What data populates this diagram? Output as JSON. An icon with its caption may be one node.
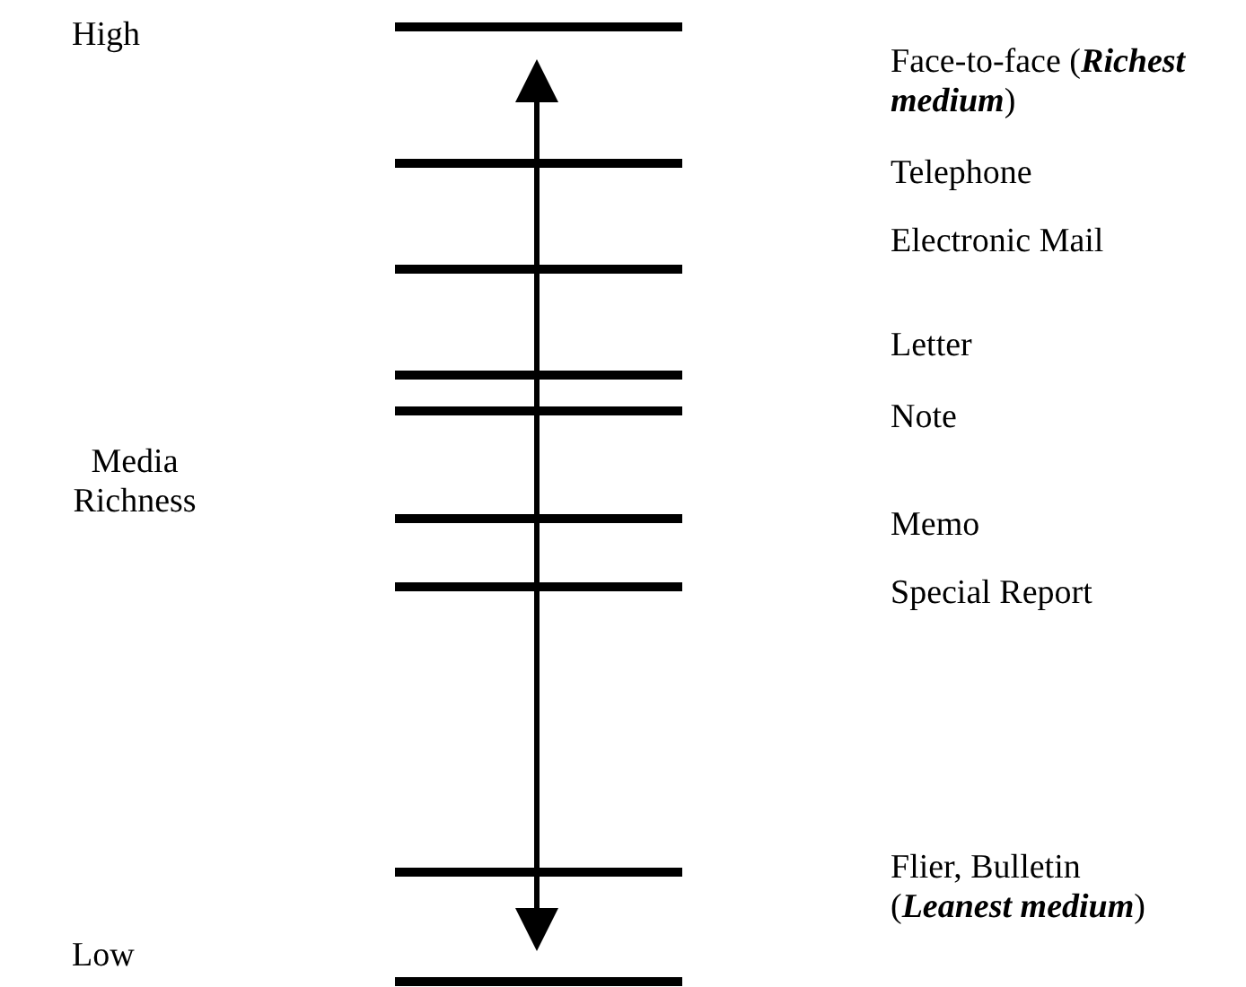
{
  "diagram": {
    "labels": [
      "High",
      "Media Richness",
      "Low",
      "Face-to-face (**Richest medium**)",
      "Telephone",
      "Electronic Mail",
      "Letter",
      "Note",
      "Memo",
      "Special Report",
      "Flier, Bulletin (**Leanest medium**)"
    ]
  }
}
